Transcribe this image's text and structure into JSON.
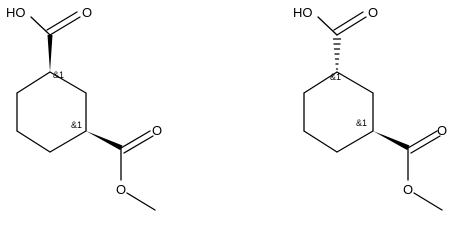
{
  "molecules": [
    {
      "name": "left-structure",
      "labels": {
        "acid_oh": "HO",
        "acid_carbonyl_o": "O",
        "ester_carbonyl_o": "O",
        "ester_o": "O",
        "stereo_top": "&1",
        "stereo_bottom": "&1"
      }
    },
    {
      "name": "right-structure",
      "labels": {
        "acid_oh": "HO",
        "acid_carbonyl_o": "O",
        "ester_carbonyl_o": "O",
        "ester_o": "O",
        "stereo_top": "&1",
        "stereo_bottom": "&1"
      }
    }
  ]
}
